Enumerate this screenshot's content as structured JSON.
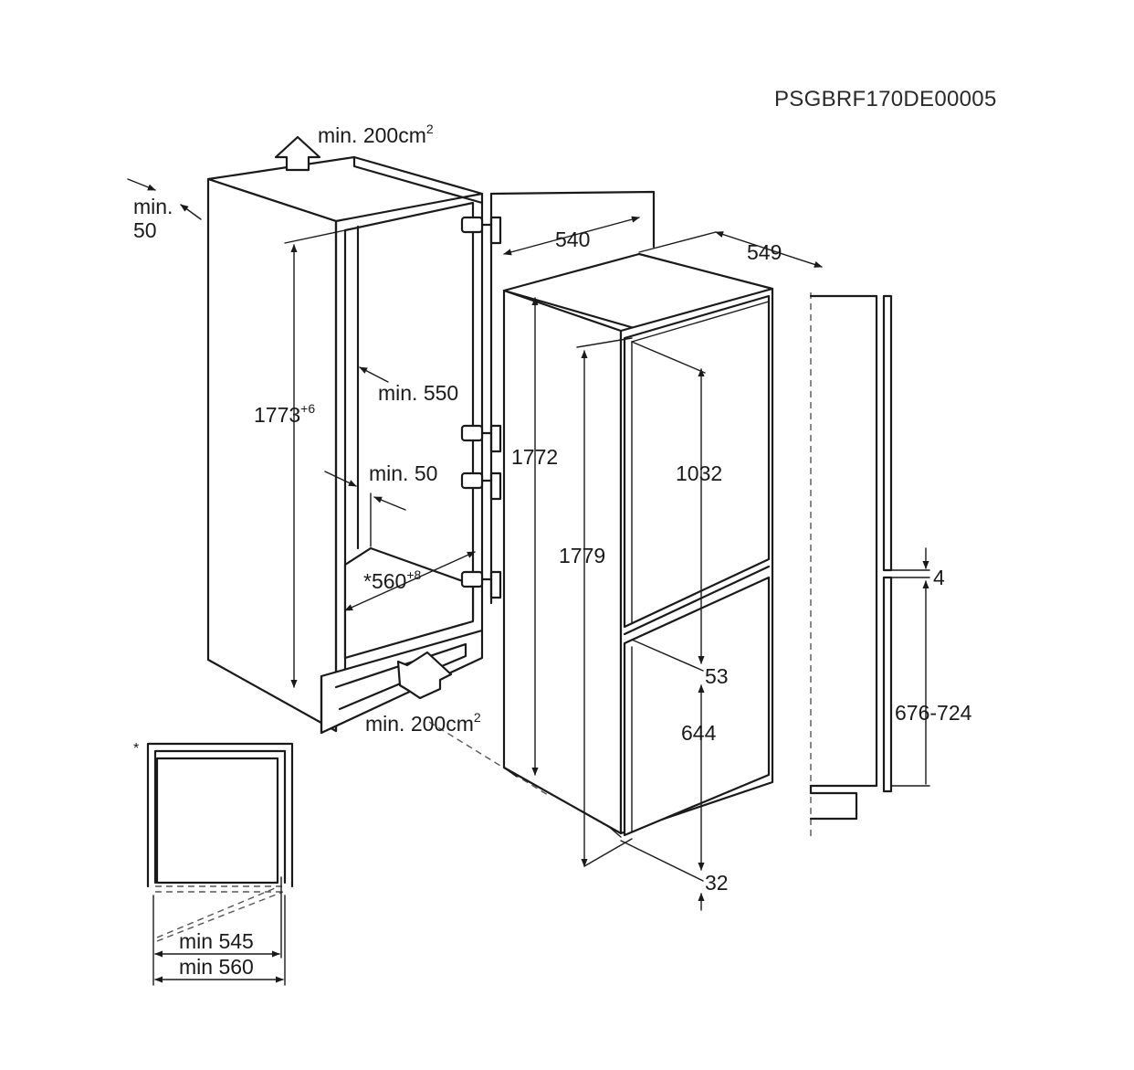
{
  "document_code": "PSGBRF170DE00005",
  "niche": {
    "vent_top": "min. 200cm",
    "vent_top_sup": "2",
    "back_gap_prefix": "min.",
    "back_gap_value": "50",
    "height": "1773",
    "height_sup": "+6",
    "depth": "min. 550",
    "side_gap": "min. 50",
    "width": "*560",
    "width_sup": "+8",
    "vent_bottom": "min. 200cm",
    "vent_bottom_sup": "2"
  },
  "appliance": {
    "width": "540",
    "depth": "549",
    "body_height": "1772",
    "total_height": "1779",
    "upper_door": "1032",
    "door_gap": "53",
    "lower_door": "644",
    "bottom_gap": "32"
  },
  "door_panel": {
    "gap": "4",
    "range": "676-724"
  },
  "plan_view": {
    "asterisk": "*",
    "min_inner": "min 545",
    "min_outer": "min 560"
  }
}
